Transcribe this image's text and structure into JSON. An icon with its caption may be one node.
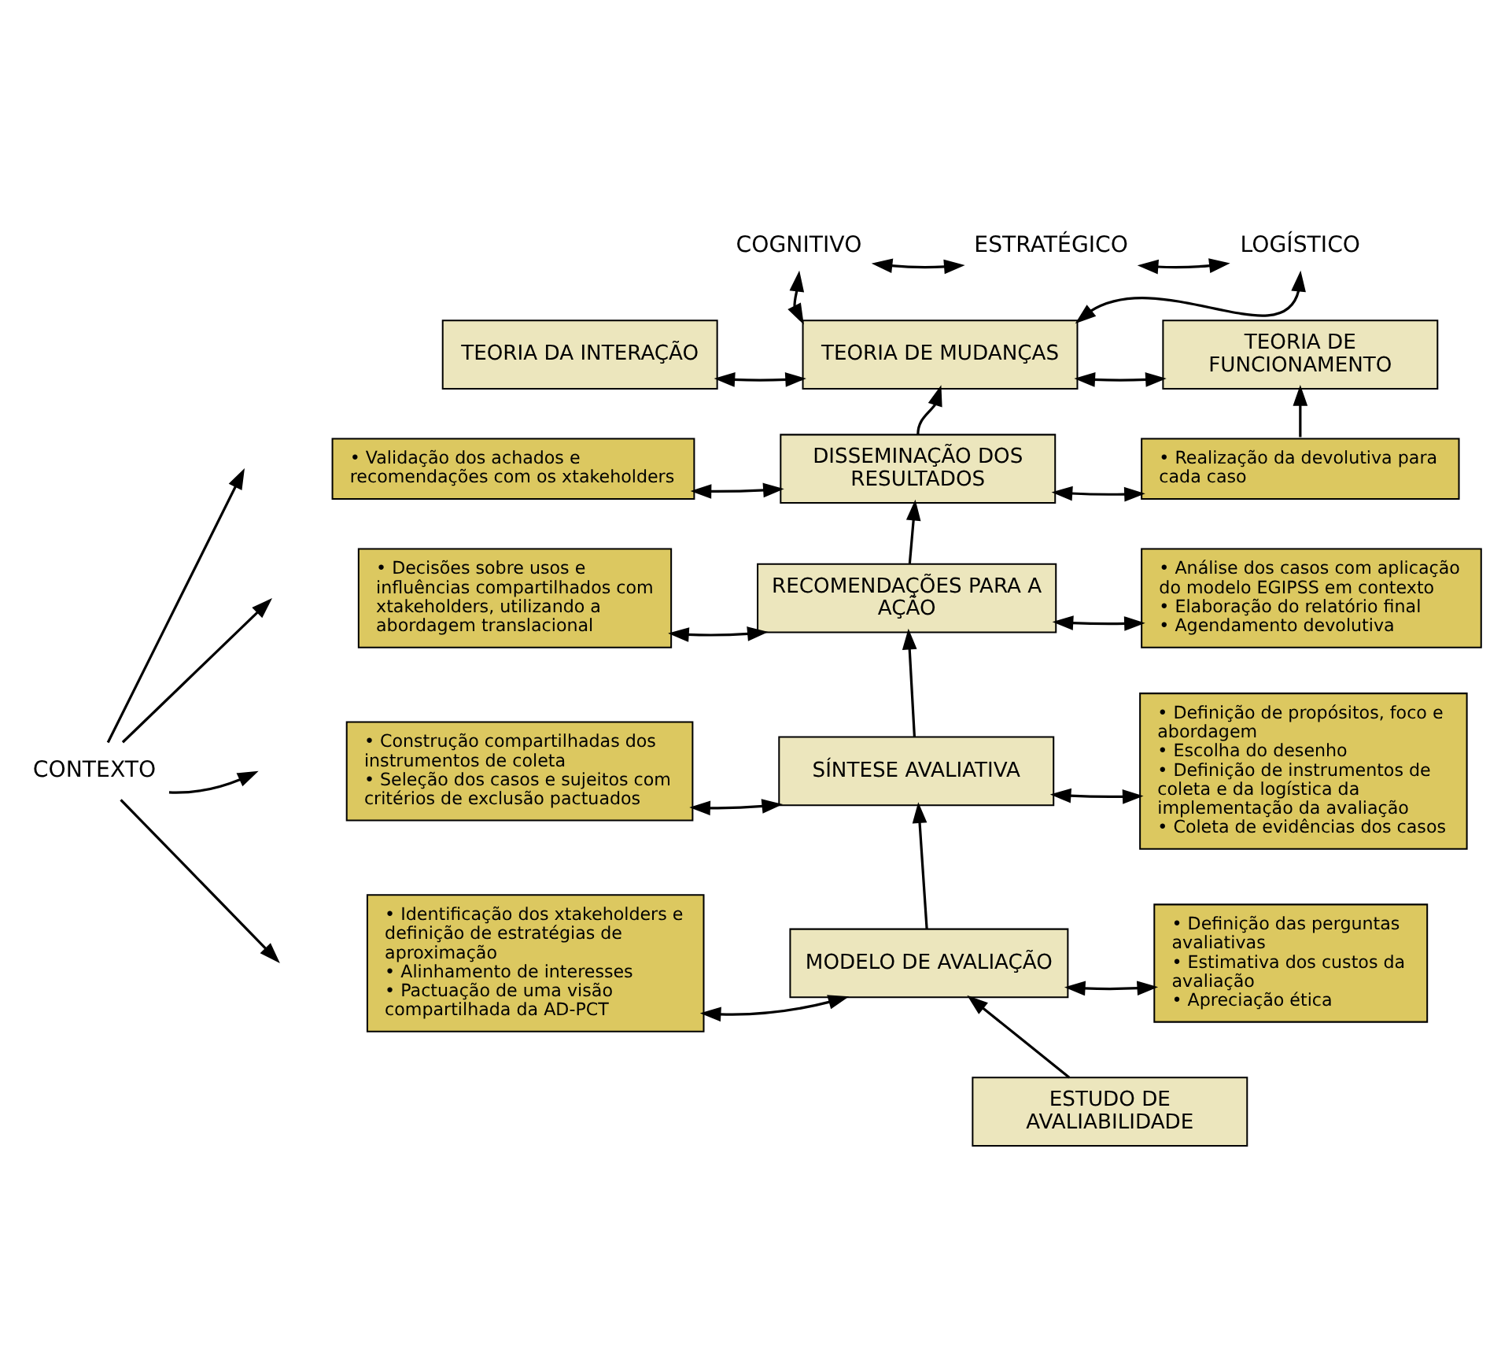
{
  "diagram": {
    "nodes": [
      {
        "text": [
          "COGNITIVO"
        ]
      },
      {
        "text": [
          "ESTRATÉGICO"
        ]
      },
      {
        "text": [
          "LOGÍSTICO"
        ]
      },
      {
        "text": [
          "TEORIA DA INTERAÇÃO"
        ]
      },
      {
        "text": [
          "TEORIA DE MUDANÇAS"
        ]
      },
      {
        "text": [
          "TEORIA DE FUNCIONAMENTO"
        ]
      },
      {
        "text": [
          "DISSEMINAÇÃO DOS RESULTADOS"
        ]
      },
      {
        "text": [
          "• Validação dos achados e recomendações com os xtakeholders"
        ]
      },
      {
        "text": [
          "• Realização da devolutiva para cada caso"
        ]
      },
      {
        "text": [
          "RECOMENDAÇÕES PARA A AÇÃO"
        ]
      },
      {
        "text": [
          "• Análise dos casos com aplicação do modelo EGIPSS em contexto",
          "• Elaboração do relatório final",
          "• Agendamento devolutiva"
        ]
      },
      {
        "text": [
          "• Decisões sobre usos e influências compartilhados com xtakeholders, utilizando a abordagem translacional"
        ]
      },
      {
        "text": [
          "SÍNTESE AVALIATIVA"
        ]
      },
      {
        "text": [
          "• Definição de propósitos, foco e abordagem",
          "• Escolha do desenho",
          "• Definição de instrumentos de coleta e da logística da implementação da avaliação",
          "• Coleta de evidências dos casos"
        ]
      },
      {
        "text": [
          "• Construção compartilhadas dos instrumentos de coleta",
          "• Seleção dos casos e sujeitos com critérios de exclusão pactuados"
        ]
      },
      {
        "text": [
          "MODELO DE AVALIAÇÃO"
        ]
      },
      {
        "text": [
          "• Identificação dos xtakeholders e definição de estratégias de aproximação",
          "• Alinhamento de interesses",
          "• Pactuação de uma visão compartilhada da AD-PCT"
        ]
      },
      {
        "text": [
          "• Definição das perguntas avaliativas",
          "• Estimativa dos custos da avaliação",
          "• Apreciação ética"
        ]
      },
      {
        "text": [
          "ESTUDO DE AVALIABILIDADE"
        ]
      },
      {
        "text": [
          "CONTEXTO"
        ]
      }
    ],
    "edges": [
      {
        "from": 0,
        "to": 1,
        "arrow": "both"
      },
      {
        "from": 1,
        "to": 2,
        "arrow": "both"
      },
      {
        "from": 0,
        "to": 4,
        "arrow": "both"
      },
      {
        "from": 2,
        "to": 4,
        "arrow": "both"
      },
      {
        "from": 3,
        "to": 4,
        "arrow": "both"
      },
      {
        "from": 4,
        "to": 5,
        "arrow": "both"
      },
      {
        "from": 6,
        "to": 4,
        "arrow": "to"
      },
      {
        "from": 8,
        "to": 5,
        "arrow": "to"
      },
      {
        "from": 7,
        "to": 6,
        "arrow": "both"
      },
      {
        "from": 6,
        "to": 8,
        "arrow": "both"
      },
      {
        "from": 9,
        "to": 6,
        "arrow": "to"
      },
      {
        "from": 11,
        "to": 9,
        "arrow": "both"
      },
      {
        "from": 9,
        "to": 10,
        "arrow": "both"
      },
      {
        "from": 12,
        "to": 9,
        "arrow": "to"
      },
      {
        "from": 14,
        "to": 12,
        "arrow": "both"
      },
      {
        "from": 12,
        "to": 13,
        "arrow": "both"
      },
      {
        "from": 15,
        "to": 12,
        "arrow": "to"
      },
      {
        "from": 16,
        "to": 15,
        "arrow": "both"
      },
      {
        "from": 15,
        "to": 17,
        "arrow": "both"
      },
      {
        "from": 18,
        "to": 15,
        "arrow": "to"
      },
      {
        "from": 19,
        "to": null,
        "arrow": "to"
      },
      {
        "from": 19,
        "to": null,
        "arrow": "to"
      },
      {
        "from": 19,
        "to": null,
        "arrow": "to"
      },
      {
        "from": 19,
        "to": null,
        "arrow": "to"
      }
    ]
  }
}
